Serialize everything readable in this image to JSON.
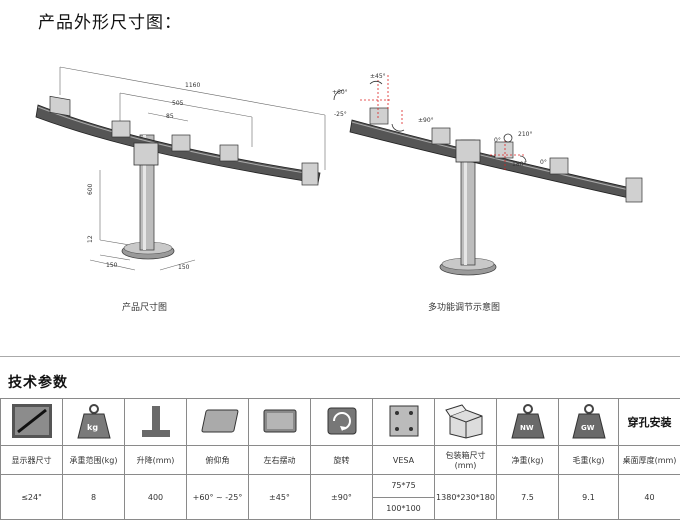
{
  "page_title": "产品外形尺寸图：",
  "dimension_diagram": {
    "caption": "产品尺寸图",
    "labels": [
      "1160",
      "505",
      "85",
      "600",
      "12",
      "150",
      "150"
    ]
  },
  "adjust_diagram": {
    "caption": "多功能调节示意图",
    "labels": [
      "+60°",
      "-25°",
      "±45°",
      "±90°",
      "0°",
      "210°",
      "180°",
      "0°"
    ]
  },
  "spec_title": "技术参数",
  "spec": {
    "columns": [
      {
        "label": "显示器尺寸",
        "icon": "screen-size-icon",
        "value": "≤24\""
      },
      {
        "label": "承重范围(kg)",
        "icon": "weight-kg-icon",
        "value": "8"
      },
      {
        "label": "升降(mm)",
        "icon": "lift-icon",
        "value": "400"
      },
      {
        "label": "俯仰角",
        "icon": "tilt-icon",
        "value": "+60° ~ -25°"
      },
      {
        "label": "左右摆动",
        "icon": "swivel-icon",
        "value": "±45°"
      },
      {
        "label": "旋转",
        "icon": "rotate-icon",
        "value": "±90°"
      },
      {
        "label": "VESA",
        "icon": "vesa-icon",
        "value_top": "75*75",
        "value_bottom": "100*100"
      },
      {
        "label": "包装箱尺寸(mm)",
        "icon": "box-icon",
        "value": "1380*230*180"
      },
      {
        "label": "净重(kg)",
        "icon": "net-weight-icon",
        "value": "7.5"
      },
      {
        "label": "毛重(kg)",
        "icon": "gross-weight-icon",
        "value": "9.1"
      },
      {
        "label": "桌面厚度(mm)",
        "icon_text": "穿孔安装",
        "value": "40"
      }
    ],
    "icon_badges": {
      "kg": "kg",
      "nw": "NW",
      "gw": "GW"
    }
  }
}
